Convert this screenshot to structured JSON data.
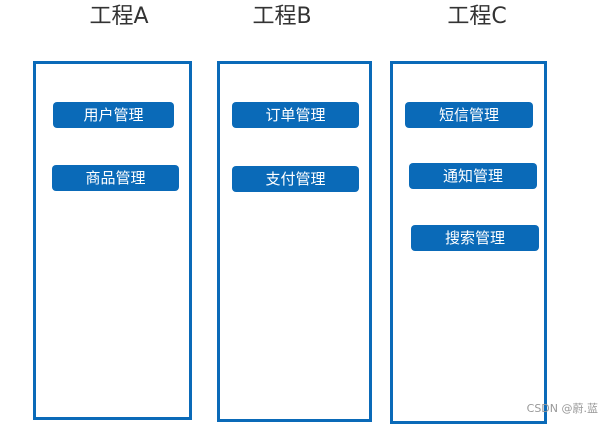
{
  "projects": [
    {
      "title": "工程A",
      "modules": [
        "用户管理",
        "商品管理"
      ]
    },
    {
      "title": "工程B",
      "modules": [
        "订单管理",
        "支付管理"
      ]
    },
    {
      "title": "工程C",
      "modules": [
        "短信管理",
        "通知管理",
        "搜索管理"
      ]
    }
  ],
  "watermark": "CSDN @蔚.蓝",
  "colors": {
    "accent": "#0a6ab8",
    "title_text": "#333333"
  }
}
